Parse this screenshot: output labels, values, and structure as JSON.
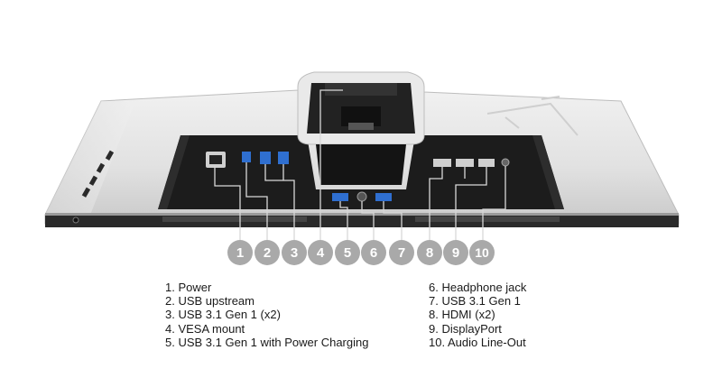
{
  "callouts": [
    "1",
    "2",
    "3",
    "4",
    "5",
    "6",
    "7",
    "8",
    "9",
    "10"
  ],
  "legend": {
    "left": [
      "1. Power",
      "2. USB upstream",
      "3. USB 3.1 Gen 1 (x2)",
      "4. VESA mount",
      "5. USB 3.1 Gen 1 with Power Charging"
    ],
    "right": [
      "6. Headphone jack",
      "7. USB 3.1 Gen 1",
      "8. HDMI (x2)",
      "9. DisplayPort",
      "10. Audio Line-Out"
    ]
  },
  "colors": {
    "callout": "#a9a9a9",
    "body_silver": "#e6e6e6",
    "panel_black": "#1c1c1c",
    "usb_blue": "#2f6fd0",
    "leader": "#d8d8d8"
  }
}
